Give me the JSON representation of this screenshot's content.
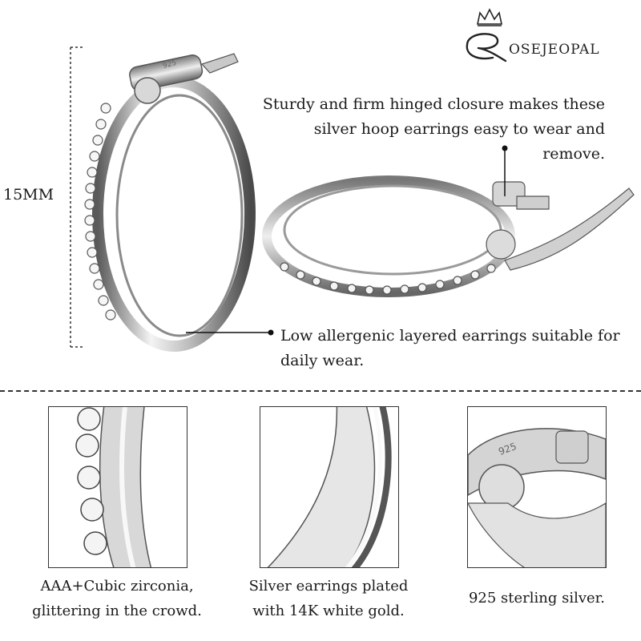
{
  "brand": {
    "name": "OSEJEOPAL"
  },
  "dimension": {
    "label": "15MM"
  },
  "callouts": {
    "closure": {
      "lines": [
        "Sturdy and firm hinged closure makes these",
        "silver hoop earrings easy to wear and",
        "remove."
      ]
    },
    "allergy": {
      "lines": [
        "Low allergenic layered earrings suitable for",
        "daily wear."
      ]
    }
  },
  "details": [
    {
      "lines": [
        "AAA+Cubic zirconia,",
        "glittering in the crowd."
      ]
    },
    {
      "lines": [
        "Silver earrings plated",
        "with 14K white gold."
      ]
    },
    {
      "lines": [
        "925 sterling silver."
      ]
    }
  ],
  "stamp": "925"
}
